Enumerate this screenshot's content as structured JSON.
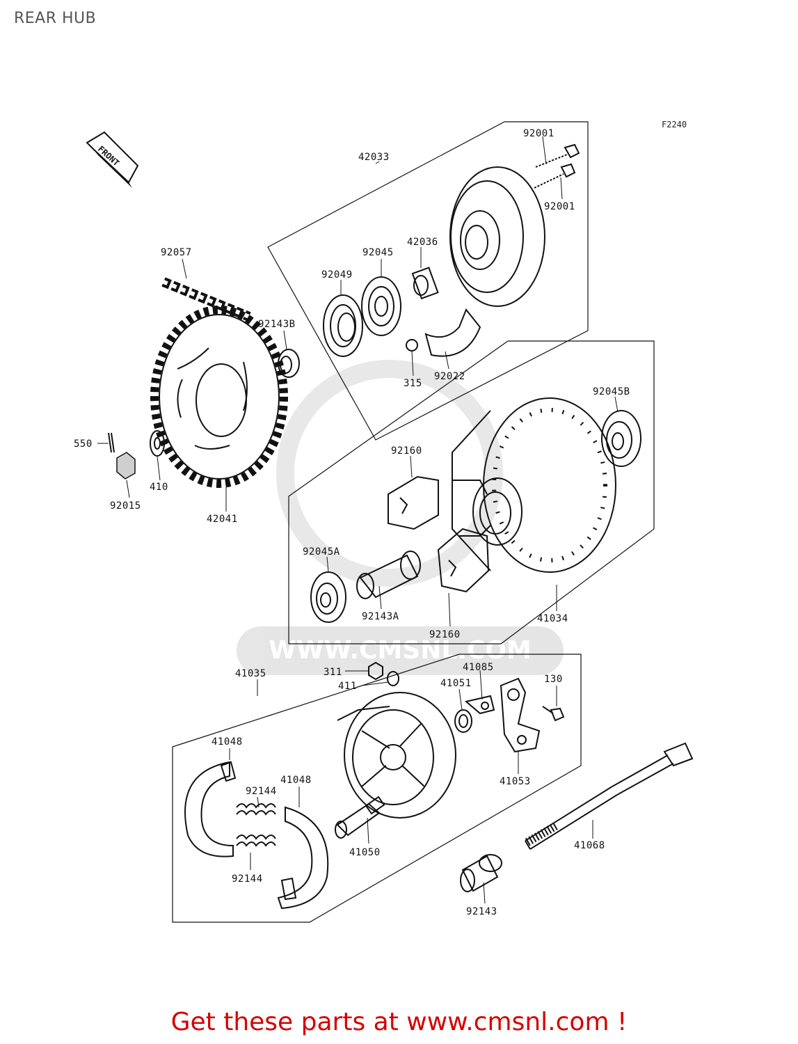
{
  "title": "REAR HUB",
  "figure_id": "F2240",
  "front_arrow_label": "FRONT",
  "watermark": "WWW.CMSNL.COM",
  "call_to_action": "Get these parts at www.cmsnl.com !",
  "parts": {
    "p92001a": "92001",
    "p92001b": "92001",
    "p42033": "42033",
    "p42036": "42036",
    "p92045": "92045",
    "p92049": "92049",
    "p92057": "92057",
    "p92143B": "92143B",
    "p315": "315",
    "p92022": "92022",
    "p92045B": "92045B",
    "p550": "550",
    "p410": "410",
    "p92015": "92015",
    "p42041": "42041",
    "p92160a": "92160",
    "p92045A": "92045A",
    "p92143A": "92143A",
    "p92160b": "92160",
    "p41034": "41034",
    "p41035": "41035",
    "p311": "311",
    "p411": "411",
    "p41085": "41085",
    "p41051": "41051",
    "p130": "130",
    "p41048a": "41048",
    "p41048b": "41048",
    "p92144a": "92144",
    "p92144b": "92144",
    "p41053": "41053",
    "p41050": "41050",
    "p41068": "41068",
    "p92143": "92143"
  }
}
